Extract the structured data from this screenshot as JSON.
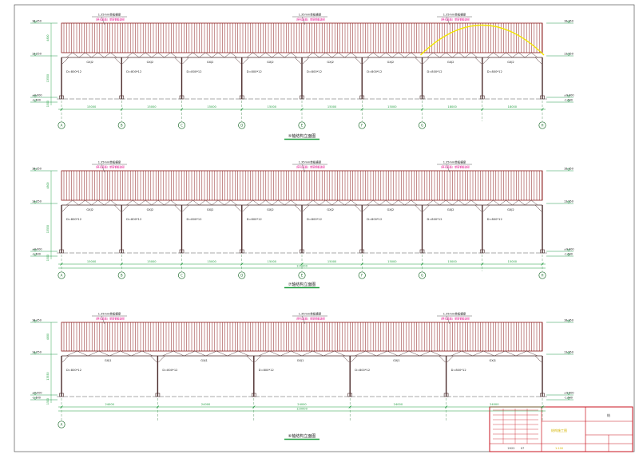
{
  "drawing": {
    "elevations": [
      {
        "title": "⑤轴结构立面图",
        "top_note": [
          "1.35mm单板横梁",
          "1.35mm单板横梁",
          "1.35mm单板横梁"
        ],
        "sub_note": [
          "（穿孔底板）单层钢板波形",
          "（穿孔底板）单层钢板波形",
          "（穿孔底板）单层钢板波形"
        ],
        "bay_labels": [
          "GXJ2",
          "GXJ2",
          "GXJ2",
          "GXJ2",
          "GXJ2",
          "GXJ2",
          "GXJ2",
          "GXJ2"
        ],
        "column_labels": [
          "D=800*12",
          "D=800*12",
          "D=800*12",
          "D=800*12",
          "D=800*12",
          "D=800*12",
          "D=800*12",
          "D=800*12"
        ],
        "span_dims": [
          "15000",
          "15000",
          "15000",
          "15000",
          "15000",
          "15000",
          "18000",
          "18000"
        ],
        "grid_labels": [
          "A",
          "B",
          "C",
          "D",
          "E",
          "F",
          "G",
          "H"
        ],
        "levels_left": [
          "18.350",
          "13.550",
          "±0.000",
          "-1.500"
        ],
        "levels_right": [
          "18.350",
          "13.550",
          "±0.000",
          "-1.500"
        ],
        "height_dims": [
          "4800",
          "13550",
          "1500"
        ]
      },
      {
        "title": "⑦轴结构立面图",
        "top_note": [
          "1.35mm单板横梁",
          "1.35mm单板横梁",
          "1.35mm单板横梁"
        ],
        "sub_note": [
          "（穿孔底板）单层钢板波形",
          "（穿孔底板）单层钢板波形",
          "（穿孔底板）单层钢板波形"
        ],
        "bay_labels": [
          "GXJ2",
          "GXJ2",
          "GXJ2",
          "GXJ2",
          "GXJ2",
          "GXJ2",
          "GXJ2",
          "GXJ2"
        ],
        "column_labels": [
          "D=800*12",
          "D=800*12",
          "D=800*12",
          "D=800*12",
          "D=800*12",
          "D=800*12",
          "D=800*12",
          "D=800*12"
        ],
        "span_dims": [
          "15000",
          "15000",
          "15000",
          "15000",
          "15000",
          "15000",
          "15000",
          "15000"
        ],
        "total_dim": "120000",
        "grid_labels": [
          "A",
          "B",
          "C",
          "D",
          "E",
          "F",
          "G",
          "H"
        ],
        "levels_left": [
          "18.350",
          "13.550",
          "±0.000",
          "-1.500"
        ],
        "levels_right": [
          "18.350",
          "13.550",
          "±0.000",
          "-1.500"
        ],
        "height_dims": [
          "4800",
          "13550",
          "1500"
        ]
      },
      {
        "title": "⑥轴结构立面图",
        "top_note": [
          "1.35mm单板横梁",
          "1.35mm单板横梁",
          "1.35mm单板横梁"
        ],
        "sub_note": [
          "（穿孔底板）单层钢板波形",
          "（穿孔底板）单层钢板波形",
          "（穿孔底板）单层钢板波形"
        ],
        "bay_labels": [
          "GXJ1",
          "GXJ1",
          "GXJ1",
          "GXJ1",
          "GXJ1"
        ],
        "column_labels": [
          "D=800*12",
          "D=800*12",
          "D=800*12",
          "D=800*12",
          "D=800*12"
        ],
        "span_dims": [
          "24000",
          "24000",
          "24000",
          "24000",
          "24000"
        ],
        "total_dim": "120000",
        "grid_labels": [
          "A"
        ],
        "levels_left": [
          "18.350",
          "13.550",
          "±0.000",
          "-1.500"
        ],
        "levels_right": [
          "18.350",
          "13.550",
          "±0.000",
          "-1.500"
        ],
        "height_dims": [
          "4800",
          "13550",
          "1500"
        ]
      }
    ],
    "title_block": {
      "project_title": "结构施工图",
      "sheet_no": "结",
      "date": "2022",
      "sheet_index": "07",
      "scale": "1:100"
    },
    "colors": {
      "roof": "#8a1a1a",
      "frame": "#4a2a2a",
      "dim": "#1f9e3f",
      "grid": "#1b6a2a",
      "note": "#e60d8c",
      "highlight_arc": "#f2e600",
      "level": "#0c8d3a",
      "title_block": "#c8131f"
    }
  }
}
